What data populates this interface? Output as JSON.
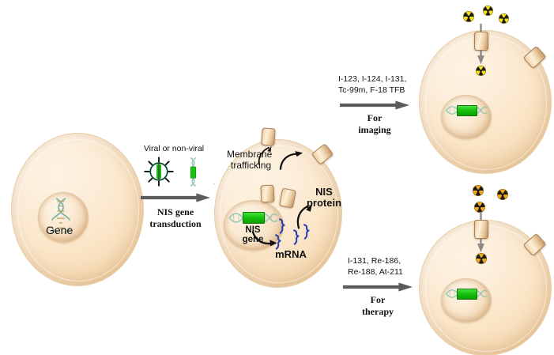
{
  "figure": {
    "title": "NIS gene transfer for radionuclide imaging and therapy",
    "background_color": "#ffffff"
  },
  "colors": {
    "cell_fill": "#fbe6c9",
    "cell_edge": "#e2bd8d",
    "nucleus_fill": "#f4dab9",
    "gene_green": "#16c60c",
    "dna_teal": "#8fc7bb",
    "mrna_blue": "#2b3fb0",
    "arrow_gray": "#5c5c5c",
    "imaging_radio_yellow": "#f5e01e",
    "therapy_radio_orange": "#f0a81e",
    "transporter_tan": "#e0bb8c",
    "text_black": "#121212",
    "virus_green": "#16a34a"
  },
  "panels": {
    "source_cell": {
      "name": "untransduced-cell",
      "nucleus_label": "Gene",
      "nucleus_content": "dna-helix"
    },
    "vector": {
      "header": "Viral or non-viral",
      "icons": [
        "virus-particle",
        "plasmid-dna"
      ],
      "arrow_label_line1": "NIS gene",
      "arrow_label_line2": "transduction"
    },
    "transduced_cell": {
      "name": "nis-expressing-cell",
      "membrane_trafficking_line1": "Membrane",
      "membrane_trafficking_line2": "trafficking",
      "nis_protein_line1": "NIS",
      "nis_protein_line2": "protein",
      "nucleus_label_line1": "NIS",
      "nucleus_label_line2": "gene",
      "mrna_label": "mRNA",
      "transporter_count": 4
    },
    "imaging": {
      "radionuclides_line1": "I-123, I-124, I-131,",
      "radionuclides_line2": "Tc-99m, F-18 TFB",
      "purpose_line1": "For",
      "purpose_line2": "imaging",
      "cell_name": "imaging-uptake-cell",
      "radio_outside_count": 3,
      "radio_inside_count": 1,
      "radio_color": "#f5e01e"
    },
    "therapy": {
      "radionuclides_line1": "I-131, Re-186,",
      "radionuclides_line2": "Re-188, At-211",
      "purpose_line1": "For",
      "purpose_line2": "therapy",
      "cell_name": "therapy-uptake-cell",
      "radio_outside_count": 3,
      "radio_inside_count": 1,
      "radio_color": "#f0a81e"
    }
  }
}
